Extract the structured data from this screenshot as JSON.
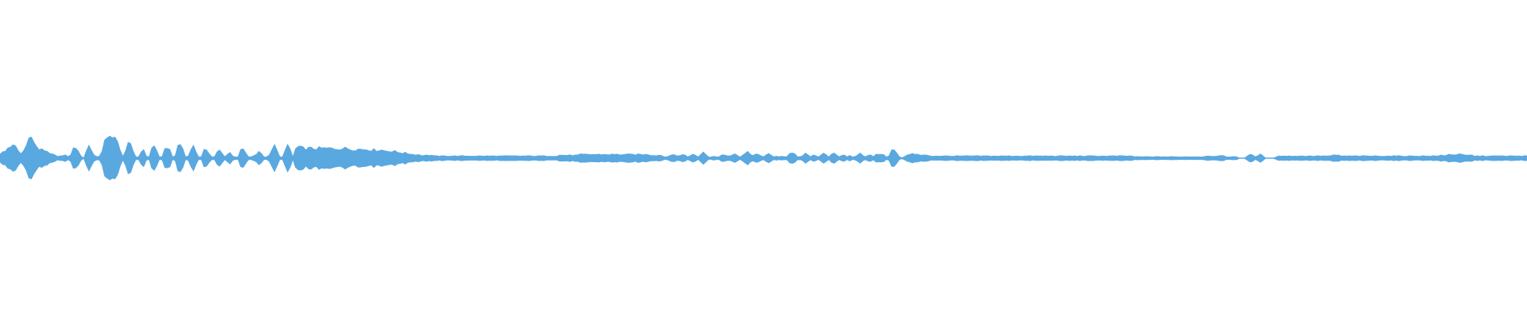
{
  "waveform": {
    "color": "#5aa8e0",
    "background": "#ffffff",
    "amplitude_envelope": [
      0.06,
      0.08,
      0.09,
      0.14,
      0.16,
      0.16,
      0.15,
      0.1,
      0.06,
      0.1,
      0.2,
      0.26,
      0.27,
      0.22,
      0.14,
      0.12,
      0.13,
      0.11,
      0.08,
      0.06,
      0.05,
      0.04,
      0.03,
      0.03,
      0.03,
      0.05,
      0.02,
      0.05,
      0.12,
      0.15,
      0.1,
      0.03,
      0.0,
      0.1,
      0.17,
      0.12,
      0.04,
      0.02,
      0.03,
      0.1,
      0.22,
      0.24,
      0.28,
      0.32,
      0.28,
      0.2,
      0.1,
      0.03,
      0.1,
      0.18,
      0.17,
      0.09,
      0.02,
      0.02,
      0.1,
      0.1,
      0.03,
      0.02,
      0.13,
      0.16,
      0.1,
      0.02,
      0.02,
      0.11,
      0.15,
      0.11,
      0.02,
      0.03,
      0.17,
      0.19,
      0.12,
      0.02,
      0.03,
      0.14,
      0.16,
      0.09,
      0.02,
      0.02,
      0.1,
      0.12,
      0.07,
      0.02,
      0.02,
      0.08,
      0.1,
      0.06,
      0.02,
      0.06,
      0.08,
      0.03,
      0.02,
      0.02,
      0.1,
      0.12,
      0.07,
      0.02,
      0.02,
      0.03,
      0.05,
      0.1,
      0.06,
      0.02,
      0.02,
      0.04,
      0.13,
      0.16,
      0.1,
      0.02,
      0.02,
      0.1,
      0.16,
      0.12,
      0.02,
      0.12,
      0.15,
      0.14,
      0.13,
      0.13,
      0.13,
      0.13,
      0.13,
      0.13,
      0.13,
      0.13,
      0.13,
      0.13,
      0.13,
      0.13,
      0.13,
      0.13,
      0.13,
      0.13,
      0.13,
      0.13,
      0.12,
      0.12,
      0.12,
      0.12,
      0.12,
      0.12,
      0.12,
      0.12,
      0.11,
      0.11,
      0.11,
      0.11,
      0.11,
      0.1,
      0.1,
      0.1,
      0.09,
      0.09,
      0.08,
      0.08,
      0.07,
      0.07,
      0.06,
      0.06,
      0.05,
      0.05,
      0.05,
      0.04,
      0.04,
      0.04,
      0.04,
      0.04,
      0.03,
      0.03,
      0.03,
      0.03,
      0.03,
      0.03,
      0.03,
      0.03,
      0.03,
      0.03,
      0.03,
      0.03,
      0.03,
      0.03,
      0.03,
      0.03,
      0.03,
      0.03,
      0.03,
      0.03,
      0.03,
      0.03,
      0.03,
      0.03,
      0.03,
      0.03,
      0.03,
      0.03,
      0.03,
      0.03,
      0.03,
      0.03,
      0.03,
      0.03,
      0.03,
      0.03,
      0.03,
      0.03,
      0.03,
      0.03,
      0.03,
      0.03,
      0.03,
      0.03,
      0.03,
      0.03,
      0.03,
      0.03,
      0.04,
      0.04,
      0.04,
      0.04,
      0.04,
      0.04,
      0.04,
      0.04,
      0.05,
      0.05,
      0.05,
      0.05,
      0.05,
      0.05,
      0.05,
      0.05,
      0.05,
      0.05,
      0.05,
      0.05,
      0.05,
      0.05,
      0.05,
      0.05,
      0.05,
      0.05,
      0.05,
      0.05,
      0.05,
      0.05,
      0.05,
      0.05,
      0.05,
      0.05,
      0.05,
      0.04,
      0.04,
      0.04,
      0.04,
      0.04,
      0.02,
      0.02,
      0.04,
      0.05,
      0.04,
      0.03,
      0.04,
      0.05,
      0.04,
      0.02,
      0.04,
      0.05,
      0.04,
      0.02,
      0.05,
      0.09,
      0.05,
      0.02,
      0.02,
      0.03,
      0.02,
      0.02,
      0.04,
      0.05,
      0.04,
      0.03,
      0.04,
      0.05,
      0.04,
      0.02,
      0.04,
      0.06,
      0.08,
      0.05,
      0.04,
      0.06,
      0.05,
      0.03,
      0.02,
      0.05,
      0.07,
      0.04,
      0.02,
      0.03,
      0.02,
      0.03,
      0.02,
      0.02,
      0.06,
      0.07,
      0.06,
      0.02,
      0.02,
      0.04,
      0.06,
      0.04,
      0.02,
      0.05,
      0.04,
      0.02,
      0.04,
      0.06,
      0.04,
      0.02,
      0.05,
      0.06,
      0.05,
      0.02,
      0.04,
      0.05,
      0.02,
      0.04,
      0.02,
      0.02,
      0.04,
      0.06,
      0.04,
      0.02,
      0.04,
      0.05,
      0.02,
      0.05,
      0.06,
      0.06,
      0.05,
      0.02,
      0.03,
      0.1,
      0.12,
      0.06,
      0.02,
      0.01,
      0.02,
      0.05,
      0.06,
      0.06,
      0.05,
      0.05,
      0.04,
      0.04,
      0.04,
      0.04,
      0.03,
      0.03,
      0.03,
      0.03,
      0.03,
      0.03,
      0.03,
      0.03,
      0.03,
      0.03,
      0.03,
      0.03,
      0.03,
      0.03,
      0.03,
      0.03,
      0.03,
      0.03,
      0.03,
      0.03,
      0.03,
      0.03,
      0.03,
      0.03,
      0.03,
      0.03,
      0.03,
      0.03,
      0.03,
      0.03,
      0.03,
      0.03,
      0.03,
      0.03,
      0.03,
      0.03,
      0.03,
      0.03,
      0.03,
      0.03,
      0.03,
      0.03,
      0.03,
      0.03,
      0.03,
      0.03,
      0.03,
      0.03,
      0.03,
      0.03,
      0.03,
      0.03,
      0.03,
      0.03,
      0.03,
      0.03,
      0.03,
      0.03,
      0.03,
      0.03,
      0.03,
      0.03,
      0.03,
      0.03,
      0.03,
      0.03,
      0.03,
      0.03,
      0.03,
      0.03,
      0.03,
      0.03,
      0.03,
      0.03,
      0.03,
      0.03,
      0.03,
      0.03,
      0.02,
      0.02,
      0.02,
      0.02,
      0.02,
      0.02,
      0.02,
      0.02,
      0.02,
      0.02,
      0.02,
      0.02,
      0.02,
      0.02,
      0.02,
      0.02,
      0.02,
      0.02,
      0.02,
      0.02,
      0.02,
      0.02,
      0.02,
      0.02,
      0.02,
      0.02,
      0.02,
      0.03,
      0.03,
      0.03,
      0.03,
      0.03,
      0.03,
      0.03,
      0.03,
      0.02,
      0.02,
      0.02,
      0.02,
      0.02,
      0.0,
      0.0,
      0.0,
      0.03,
      0.05,
      0.04,
      0.02,
      0.04,
      0.05,
      0.03,
      0.0,
      0.0,
      0.0,
      0.0,
      0.02,
      0.03,
      0.03,
      0.03,
      0.03,
      0.03,
      0.03,
      0.03,
      0.03,
      0.03,
      0.03,
      0.03,
      0.03,
      0.03,
      0.03,
      0.03,
      0.03,
      0.03,
      0.03,
      0.03,
      0.03,
      0.03,
      0.04,
      0.04,
      0.04,
      0.03,
      0.03,
      0.03,
      0.03,
      0.03,
      0.03,
      0.03,
      0.03,
      0.03,
      0.03,
      0.03,
      0.03,
      0.03,
      0.03,
      0.03,
      0.03,
      0.03,
      0.03,
      0.03,
      0.03,
      0.03,
      0.03,
      0.03,
      0.03,
      0.03,
      0.03,
      0.03,
      0.03,
      0.03,
      0.03,
      0.03,
      0.03,
      0.03,
      0.03,
      0.03,
      0.03,
      0.03,
      0.03,
      0.04,
      0.04,
      0.04,
      0.05,
      0.05,
      0.05,
      0.05,
      0.05,
      0.05,
      0.04,
      0.04,
      0.04,
      0.04,
      0.03,
      0.03,
      0.03,
      0.03,
      0.03,
      0.03,
      0.03,
      0.03,
      0.03,
      0.03,
      0.03,
      0.03,
      0.03,
      0.03,
      0.03,
      0.03,
      0.03,
      0.03,
      0.03,
      0.03,
      0.03
    ]
  }
}
